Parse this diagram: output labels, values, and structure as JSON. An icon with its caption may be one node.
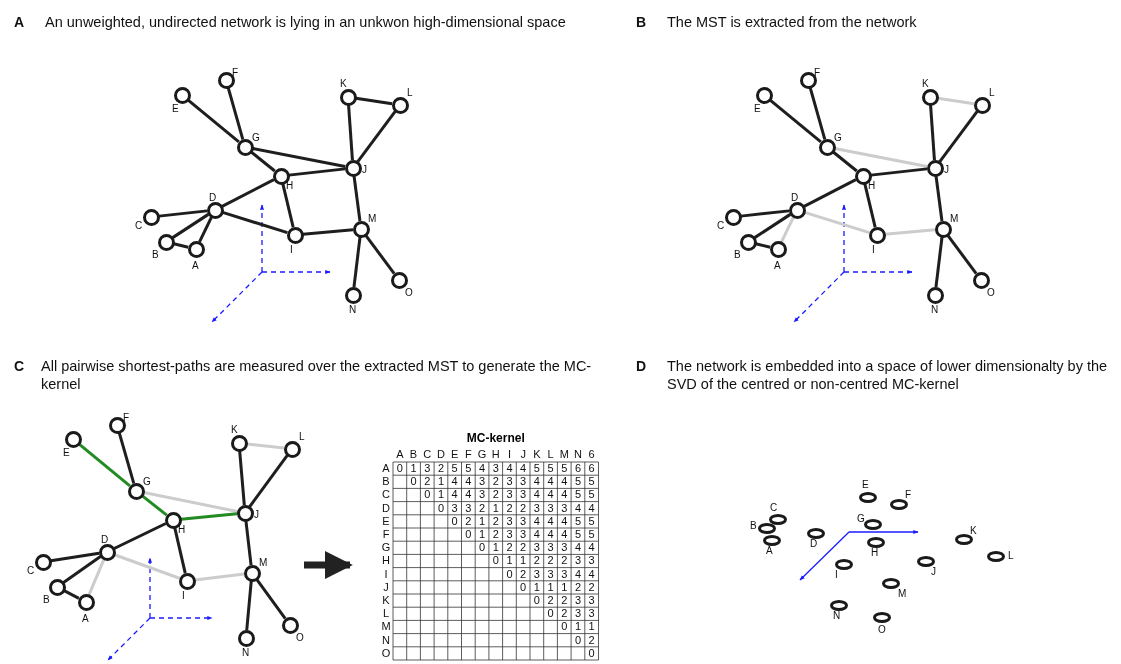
{
  "diagram": {
    "nodes": [
      {
        "text": [],
        "shape": "circle",
        "beside": [
          "A"
        ]
      },
      {
        "text": [],
        "shape": "circle",
        "beside": [
          "B"
        ]
      },
      {
        "text": [],
        "shape": "circle",
        "beside": [
          "C"
        ]
      },
      {
        "text": [],
        "shape": "circle",
        "beside": [
          "D"
        ]
      },
      {
        "text": [],
        "shape": "circle",
        "beside": [
          "E"
        ]
      },
      {
        "text": [],
        "shape": "circle",
        "beside": [
          "F"
        ]
      },
      {
        "text": [],
        "shape": "circle",
        "beside": [
          "G"
        ]
      },
      {
        "text": [],
        "shape": "circle",
        "beside": [
          "H"
        ]
      },
      {
        "text": [],
        "shape": "circle",
        "beside": [
          "I"
        ]
      },
      {
        "text": [],
        "shape": "circle",
        "beside": [
          "J"
        ]
      },
      {
        "text": [],
        "shape": "circle",
        "beside": [
          "K"
        ]
      },
      {
        "text": [],
        "shape": "circle",
        "beside": [
          "L"
        ]
      },
      {
        "text": [],
        "shape": "circle",
        "beside": [
          "M"
        ]
      },
      {
        "text": [],
        "shape": "circle",
        "beside": [
          "N"
        ]
      },
      {
        "text": [],
        "shape": "circle",
        "beside": [
          "O"
        ]
      },
      {
        "text": [],
        "shape": "circle",
        "beside": [
          "A"
        ]
      },
      {
        "text": [],
        "shape": "circle",
        "beside": [
          "B"
        ]
      },
      {
        "text": [],
        "shape": "circle",
        "beside": [
          "C"
        ]
      },
      {
        "text": [],
        "shape": "circle",
        "beside": [
          "D"
        ]
      },
      {
        "text": [],
        "shape": "circle",
        "beside": [
          "E"
        ]
      },
      {
        "text": [],
        "shape": "circle",
        "beside": [
          "F"
        ]
      },
      {
        "text": [],
        "shape": "circle",
        "beside": [
          "G"
        ]
      },
      {
        "text": [],
        "shape": "circle",
        "beside": [
          "H"
        ]
      },
      {
        "text": [],
        "shape": "circle",
        "beside": [
          "I"
        ]
      },
      {
        "text": [],
        "shape": "circle",
        "beside": [
          "J"
        ]
      },
      {
        "text": [],
        "shape": "circle",
        "beside": [
          "K"
        ]
      },
      {
        "text": [],
        "shape": "circle",
        "beside": [
          "L"
        ]
      },
      {
        "text": [],
        "shape": "circle",
        "beside": [
          "M"
        ]
      },
      {
        "text": [],
        "shape": "circle",
        "beside": [
          "N"
        ]
      },
      {
        "text": [],
        "shape": "circle",
        "beside": [
          "O"
        ]
      },
      {
        "text": [],
        "shape": "circle",
        "beside": [
          "A"
        ]
      },
      {
        "text": [],
        "shape": "circle",
        "beside": [
          "B"
        ]
      },
      {
        "text": [],
        "shape": "circle",
        "beside": [
          "C"
        ]
      },
      {
        "text": [],
        "shape": "circle",
        "beside": [
          "D"
        ]
      },
      {
        "text": [],
        "shape": "circle",
        "beside": [
          "E"
        ]
      },
      {
        "text": [],
        "shape": "circle",
        "beside": [
          "F"
        ]
      },
      {
        "text": [],
        "shape": "circle",
        "beside": [
          "G"
        ]
      },
      {
        "text": [],
        "shape": "circle",
        "beside": [
          "H"
        ]
      },
      {
        "text": [],
        "shape": "circle",
        "beside": [
          "I"
        ]
      },
      {
        "text": [],
        "shape": "circle",
        "beside": [
          "J"
        ]
      },
      {
        "text": [],
        "shape": "circle",
        "beside": [
          "K"
        ]
      },
      {
        "text": [],
        "shape": "circle",
        "beside": [
          "L"
        ]
      },
      {
        "text": [],
        "shape": "circle",
        "beside": [
          "M"
        ]
      },
      {
        "text": [],
        "shape": "circle",
        "beside": [
          "N"
        ]
      },
      {
        "text": [],
        "shape": "circle",
        "beside": [
          "O"
        ]
      },
      {
        "text": [],
        "shape": "circle",
        "beside": [
          "A"
        ]
      },
      {
        "text": [],
        "shape": "circle",
        "beside": [
          "B"
        ]
      },
      {
        "text": [],
        "shape": "circle",
        "beside": [
          "C"
        ]
      },
      {
        "text": [],
        "shape": "circle",
        "beside": [
          "D"
        ]
      },
      {
        "text": [],
        "shape": "circle",
        "beside": [
          "E"
        ]
      },
      {
        "text": [],
        "shape": "circle",
        "beside": [
          "F"
        ]
      },
      {
        "text": [],
        "shape": "circle",
        "beside": [
          "G"
        ]
      },
      {
        "text": [],
        "shape": "circle",
        "beside": [
          "H"
        ]
      },
      {
        "text": [],
        "shape": "circle",
        "beside": [
          "I"
        ]
      },
      {
        "text": [],
        "shape": "circle",
        "beside": [
          "J"
        ]
      },
      {
        "text": [],
        "shape": "circle",
        "beside": [
          "K"
        ]
      },
      {
        "text": [],
        "shape": "circle",
        "beside": [
          "L"
        ]
      },
      {
        "text": [],
        "shape": "circle",
        "beside": [
          "M"
        ]
      },
      {
        "text": [],
        "shape": "circle",
        "beside": [
          "N"
        ]
      },
      {
        "text": [],
        "shape": "circle",
        "beside": [
          "O"
        ]
      }
    ],
    "edges": [
      {
        "from": 4,
        "to": 6,
        "arrow": "none"
      },
      {
        "from": 5,
        "to": 6,
        "arrow": "none"
      },
      {
        "from": 6,
        "to": 7,
        "arrow": "none"
      },
      {
        "from": 6,
        "to": 9,
        "arrow": "none"
      },
      {
        "from": 7,
        "to": 9,
        "arrow": "none"
      },
      {
        "from": 10,
        "to": 9,
        "arrow": "none"
      },
      {
        "from": 10,
        "to": 11,
        "arrow": "none"
      },
      {
        "from": 11,
        "to": 9,
        "arrow": "none"
      },
      {
        "from": 3,
        "to": 7,
        "arrow": "none"
      },
      {
        "from": 2,
        "to": 3,
        "arrow": "none"
      },
      {
        "from": 1,
        "to": 3,
        "arrow": "none"
      },
      {
        "from": 0,
        "to": 3,
        "arrow": "none"
      },
      {
        "from": 0,
        "to": 1,
        "arrow": "none"
      },
      {
        "from": 3,
        "to": 8,
        "arrow": "none"
      },
      {
        "from": 7,
        "to": 8,
        "arrow": "none"
      },
      {
        "from": 8,
        "to": 12,
        "arrow": "none"
      },
      {
        "from": 9,
        "to": 12,
        "arrow": "none"
      },
      {
        "from": 12,
        "to": 13,
        "arrow": "none"
      },
      {
        "from": 12,
        "to": 14,
        "arrow": "none"
      },
      {
        "from": 19,
        "to": 21,
        "arrow": "none"
      },
      {
        "from": 20,
        "to": 21,
        "arrow": "none"
      },
      {
        "from": 21,
        "to": 22,
        "arrow": "none"
      },
      {
        "from": 21,
        "to": 24,
        "arrow": "none",
        "color": "#cccccc"
      },
      {
        "from": 22,
        "to": 24,
        "arrow": "none"
      },
      {
        "from": 25,
        "to": 24,
        "arrow": "none"
      },
      {
        "from": 25,
        "to": 26,
        "arrow": "none",
        "color": "#cccccc"
      },
      {
        "from": 26,
        "to": 24,
        "arrow": "none"
      },
      {
        "from": 18,
        "to": 22,
        "arrow": "none"
      },
      {
        "from": 17,
        "to": 18,
        "arrow": "none"
      },
      {
        "from": 16,
        "to": 18,
        "arrow": "none"
      },
      {
        "from": 15,
        "to": 18,
        "arrow": "none",
        "color": "#cccccc"
      },
      {
        "from": 15,
        "to": 16,
        "arrow": "none"
      },
      {
        "from": 18,
        "to": 23,
        "arrow": "none",
        "color": "#cccccc"
      },
      {
        "from": 22,
        "to": 23,
        "arrow": "none"
      },
      {
        "from": 23,
        "to": 27,
        "arrow": "none",
        "color": "#cccccc"
      },
      {
        "from": 24,
        "to": 27,
        "arrow": "none"
      },
      {
        "from": 27,
        "to": 28,
        "arrow": "none"
      },
      {
        "from": 27,
        "to": 29,
        "arrow": "none"
      },
      {
        "from": 34,
        "to": 36,
        "arrow": "none",
        "color": "#228b22"
      },
      {
        "from": 35,
        "to": 36,
        "arrow": "none"
      },
      {
        "from": 36,
        "to": 37,
        "arrow": "none",
        "color": "#228b22"
      },
      {
        "from": 36,
        "to": 39,
        "arrow": "none",
        "color": "#cccccc"
      },
      {
        "from": 37,
        "to": 39,
        "arrow": "none",
        "color": "#228b22"
      },
      {
        "from": 40,
        "to": 39,
        "arrow": "none"
      },
      {
        "from": 40,
        "to": 41,
        "arrow": "none",
        "color": "#cccccc"
      },
      {
        "from": 41,
        "to": 39,
        "arrow": "none"
      },
      {
        "from": 33,
        "to": 37,
        "arrow": "none"
      },
      {
        "from": 32,
        "to": 33,
        "arrow": "none"
      },
      {
        "from": 31,
        "to": 33,
        "arrow": "none"
      },
      {
        "from": 30,
        "to": 33,
        "arrow": "none",
        "color": "#cccccc"
      },
      {
        "from": 30,
        "to": 31,
        "arrow": "none"
      },
      {
        "from": 33,
        "to": 38,
        "arrow": "none",
        "color": "#cccccc"
      },
      {
        "from": 37,
        "to": 38,
        "arrow": "none"
      },
      {
        "from": 38,
        "to": 42,
        "arrow": "none",
        "color": "#cccccc"
      },
      {
        "from": 39,
        "to": 42,
        "arrow": "none"
      },
      {
        "from": 42,
        "to": 43,
        "arrow": "none"
      },
      {
        "from": 42,
        "to": 44,
        "arrow": "none"
      }
    ],
    "labels": [
      "A",
      "An unweighted, undirected network is lying in an unkwon high-dimensional space",
      "B",
      "The MST is extracted from the network",
      "C",
      "All pairwise shortest-paths are measured over the extracted MST to generate the MC-kernel",
      "MC-kernel",
      "A",
      "B",
      "C",
      "D",
      "E",
      "F",
      "G",
      "H",
      "I",
      "J",
      "K",
      "L",
      "M",
      "N",
      "6",
      "A",
      "0",
      "1",
      "3",
      "2",
      "5",
      "5",
      "4",
      "3",
      "4",
      "4",
      "5",
      "5",
      "5",
      "6",
      "6",
      "B",
      "0",
      "2",
      "1",
      "4",
      "4",
      "3",
      "2",
      "3",
      "3",
      "4",
      "4",
      "4",
      "5",
      "5",
      "C",
      "0",
      "1",
      "4",
      "4",
      "3",
      "2",
      "3",
      "3",
      "4",
      "4",
      "4",
      "5",
      "5",
      "D",
      "0",
      "3",
      "3",
      "2",
      "1",
      "2",
      "2",
      "3",
      "3",
      "3",
      "4",
      "4",
      "E",
      "0",
      "2",
      "1",
      "2",
      "3",
      "3",
      "4",
      "4",
      "4",
      "5",
      "5",
      "F",
      "0",
      "1",
      "2",
      "3",
      "3",
      "4",
      "4",
      "4",
      "5",
      "5",
      "G",
      "0",
      "1",
      "2",
      "2",
      "3",
      "3",
      "3",
      "4",
      "4",
      "H",
      "0",
      "1",
      "1",
      "2",
      "2",
      "2",
      "3",
      "3",
      "I",
      "0",
      "2",
      "3",
      "3",
      "3",
      "4",
      "4",
      "J",
      "0",
      "1",
      "1",
      "1",
      "2",
      "2",
      "K",
      "0",
      "2",
      "2",
      "3",
      "3",
      "L",
      "0",
      "2",
      "3",
      "3",
      "M",
      "0",
      "1",
      "1",
      "N",
      "0",
      "2",
      "O",
      "0",
      "D",
      "The network is embedded into a space of lower dimensionalty by the SVD of the centred or non-centred MC-kernel"
    ]
  }
}
